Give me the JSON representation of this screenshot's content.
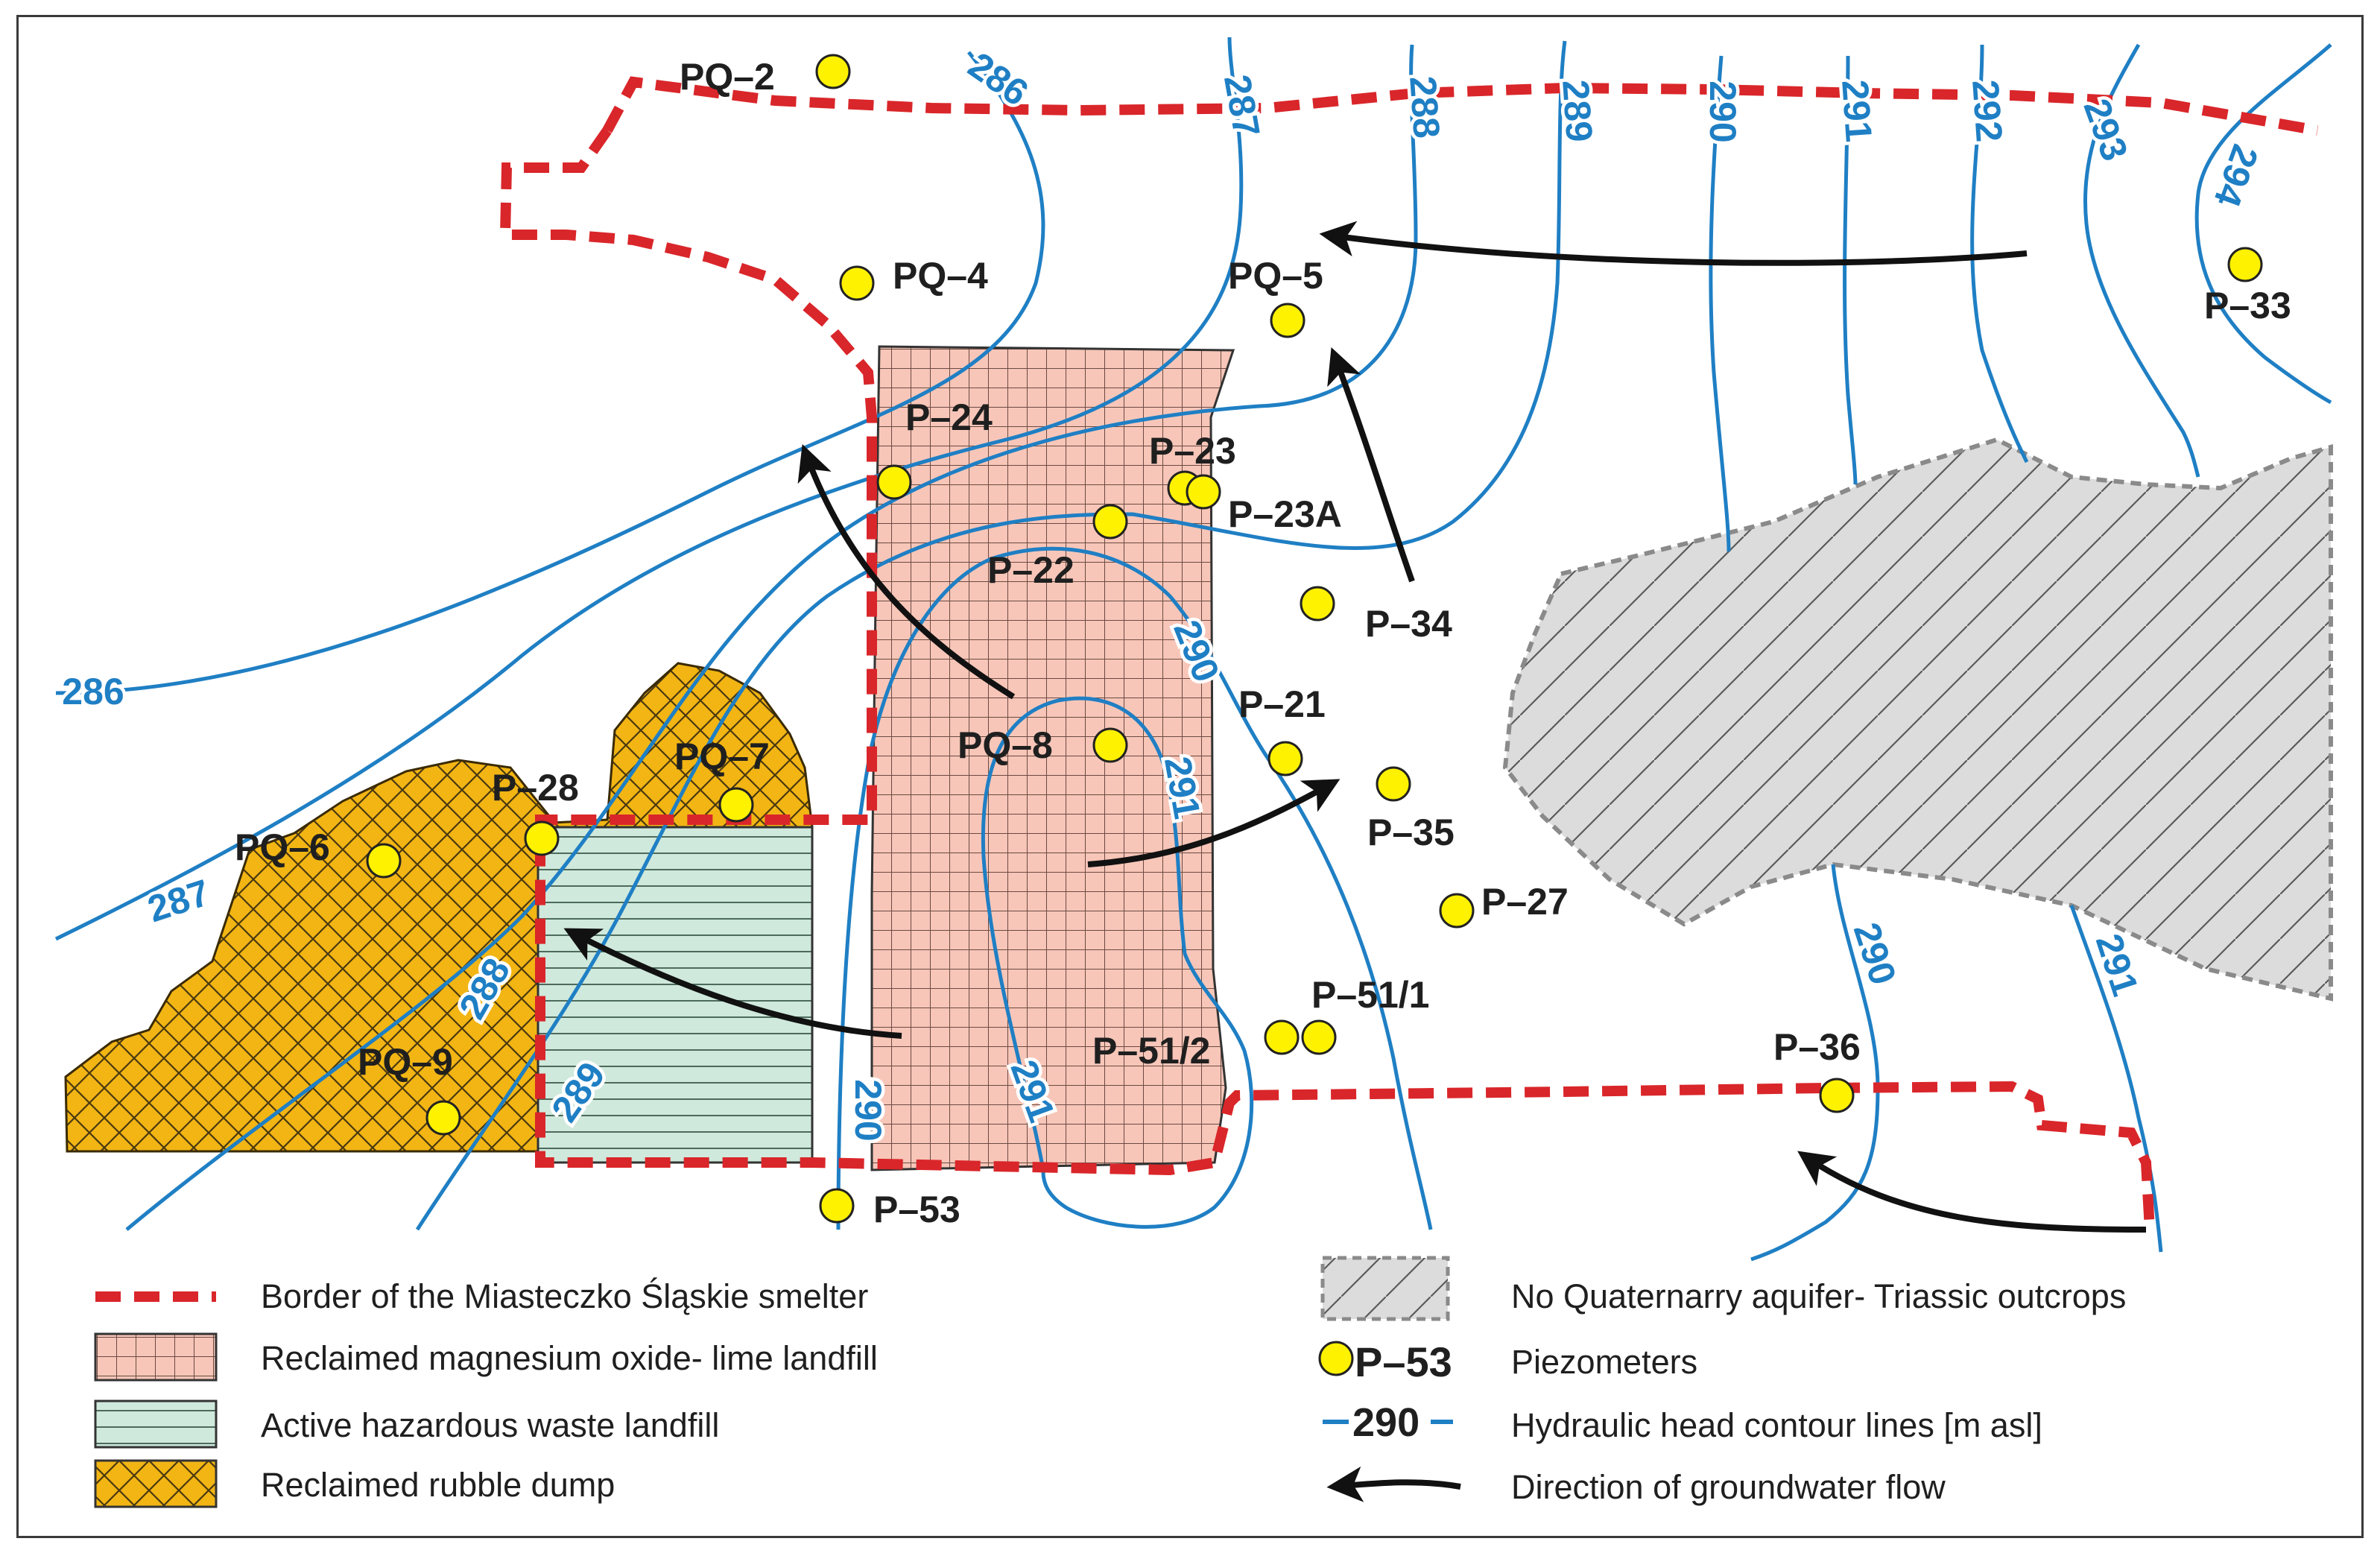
{
  "contours": [
    {
      "value": "286",
      "label": "286"
    },
    {
      "value": "287",
      "label": "287"
    },
    {
      "value": "288",
      "label": "288"
    },
    {
      "value": "289",
      "label": "289"
    },
    {
      "value": "290",
      "label": "290"
    },
    {
      "value": "291",
      "label": "291"
    },
    {
      "value": "292",
      "label": "292"
    },
    {
      "value": "293",
      "label": "293"
    },
    {
      "value": "294",
      "label": "294"
    }
  ],
  "piezometers": {
    "PQ2": "PQ–2",
    "PQ4": "PQ–4",
    "PQ5": "PQ–5",
    "P33": "P–33",
    "P24": "P–24",
    "P23": "P–23",
    "P23A": "P–23A",
    "P22": "P–22",
    "P34": "P–34",
    "P21": "P–21",
    "PQ8": "PQ–8",
    "PQ7": "PQ–7",
    "P28": "P–28",
    "PQ6": "PQ–6",
    "P35": "P–35",
    "P27": "P–27",
    "P511": "P–51/1",
    "P512": "P–51/2",
    "P36": "P–36",
    "PQ9": "PQ–9",
    "P53": "P–53"
  },
  "legend": {
    "border": "Border of the Miasteczko Śląskie smelter",
    "mgo_landfill": "Reclaimed magnesium oxide- lime landfill",
    "hazardous_landfill": "Active hazardous waste landfill",
    "rubble_dump": "Reclaimed rubble dump",
    "no_aquifer": "No Quaternarry aquifer- Triassic outcrops",
    "piezometer_sample": "P–53",
    "piezometers": "Piezometers",
    "contour_sample": "290",
    "contours": "Hydraulic head contour lines  [m asl]",
    "flow": "Direction of groundwater flow"
  },
  "colors": {
    "border": "#d9262a",
    "contour": "#1f7fc4",
    "mgo_fill": "#f7c6b8",
    "hazard_fill": "#cfe9dc",
    "rubble_fill": "#f2b514",
    "outcrop_fill": "#dcdcdc",
    "piezometer": "#fff200"
  }
}
